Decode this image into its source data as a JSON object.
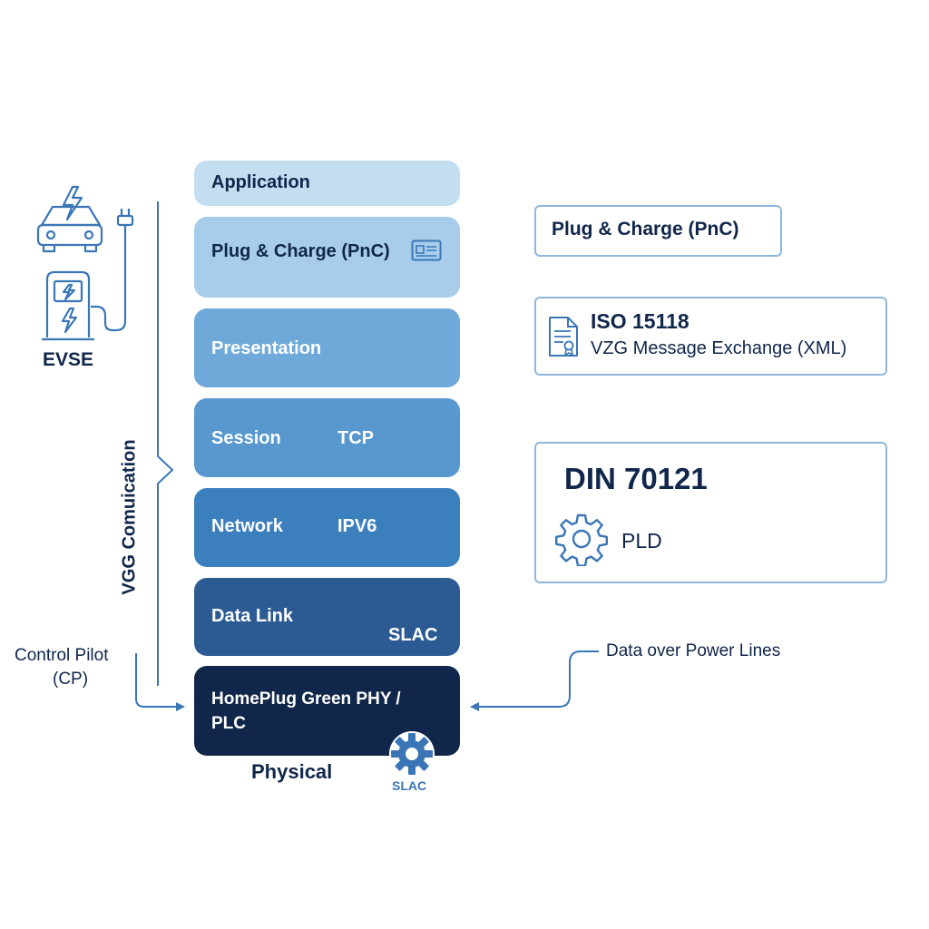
{
  "left": {
    "evse_label": "EVSE",
    "vertical_label": "VGG Comuication",
    "control_pilot_line1": "Control Pilot",
    "control_pilot_line2": "(CP)"
  },
  "layers": [
    {
      "name": "Application",
      "tag": ""
    },
    {
      "name": "Plug & Charge (PnC)",
      "tag": ""
    },
    {
      "name": "Presentation",
      "tag": ""
    },
    {
      "name": "Session",
      "tag": "TCP"
    },
    {
      "name": "Network",
      "tag": "IPV6"
    },
    {
      "name": "Data Link",
      "tag": "SLAC"
    },
    {
      "name": "HomePlug Green PHY /",
      "name2": "PLC",
      "tag": ""
    }
  ],
  "physical_label": "Physical",
  "slac_gear_label": "SLAC",
  "right": {
    "pnc_card": "Plug & Charge (PnC)",
    "iso_title": "ISO 15118",
    "iso_sub": "VZG Message Exchange (XML)",
    "din_title": "DIN 70121",
    "din_sub": "PLD",
    "data_power": "Data over Power Lines"
  },
  "colors": {
    "layer_fills": [
      "#c3ddf1",
      "#a7cdeb",
      "#6fa9da",
      "#5898cf",
      "#3c7fbd",
      "#2c5b93",
      "#10264a"
    ],
    "icon_blue": "#3a76b6",
    "card_border": "#8fb7dc",
    "text_dark": "#10264a"
  }
}
